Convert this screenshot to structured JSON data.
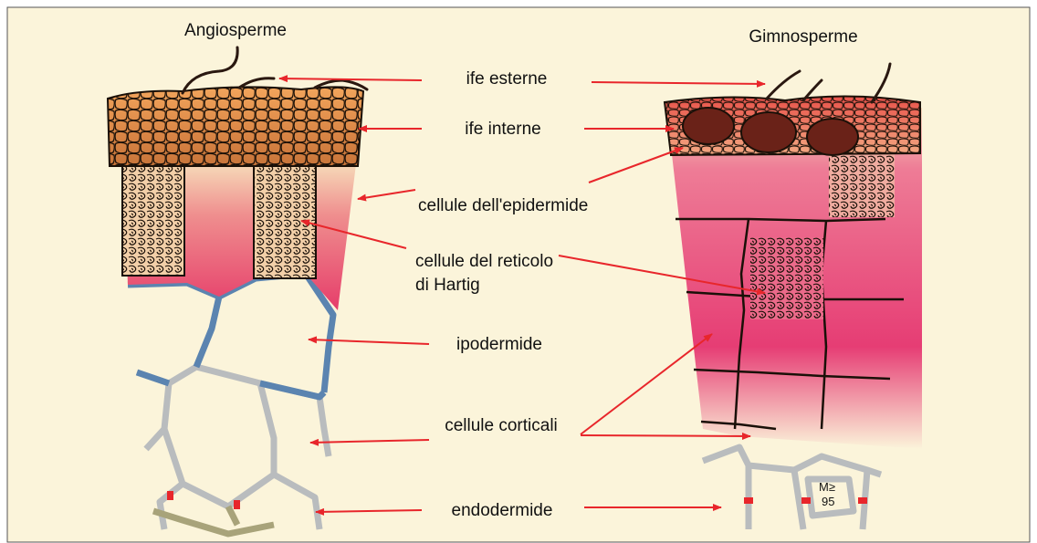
{
  "titles": {
    "left": "Angiosperme",
    "right": "Gimnosperme"
  },
  "labels": {
    "ife_esterne": "ife esterne",
    "ife_interne": "ife interne",
    "cellule_epidermide": "cellule dell'epidermide",
    "reticolo_line1": "cellule del reticolo",
    "reticolo_line2": "di Hartig",
    "ipodermide": "ipodermide",
    "cellule_corticali": "cellule corticali",
    "endodermide": "endodermide"
  },
  "signature": {
    "initials": "M≥",
    "year": "95"
  },
  "colors": {
    "background": "#fbf4da",
    "arrow": "#e8262b",
    "mantle": "#e89050",
    "epidermis_pink": "#e8436e",
    "hypodermis_blue": "#5b84b0",
    "cortical_gray": "#b9bcbe",
    "endodermis_olive": "#a8a37a",
    "casparian_red": "#e8262b",
    "gymno_dark_cell": "#6a2218"
  }
}
